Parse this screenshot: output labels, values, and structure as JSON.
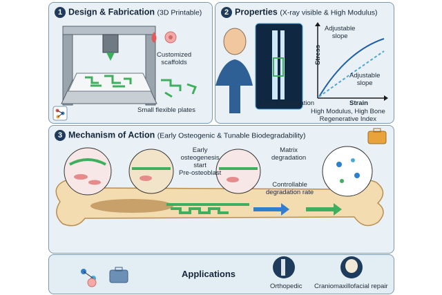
{
  "panel1": {
    "number": "1",
    "title": "Design & Fabrication",
    "subtitle": "(3D Printable)",
    "label_scaffolds_line1": "Customized",
    "label_scaffolds_line2": "scaffolds",
    "label_plates": "Small flexible plates"
  },
  "panel2": {
    "number": "2",
    "title": "Properties",
    "subtitle": "(X-ray visible & High Modulus)",
    "xray_label": "X-ray visualization",
    "chart": {
      "y_axis": "Stress",
      "x_axis": "Strain",
      "slope_top_line1": "Adjustable",
      "slope_top_line2": "slope",
      "slope_bottom_line1": "Adjustable",
      "slope_bottom_line2": "slope"
    },
    "caption_line1": "High Modulus, High Bone",
    "caption_line2": "Regenerative Index"
  },
  "panel3": {
    "number": "3",
    "title": "Mechanism of Action",
    "subtitle": "(Early Osteogenic & Tunable Biodegradability)",
    "osteo_line1": "Early",
    "osteo_line2": "osteogenesis",
    "osteo_line3": "start",
    "osteo_line4": "Pre-osteoblast",
    "matrix_line1": "Matrix",
    "matrix_line2": "degradation",
    "rate_line1": "Controllable",
    "rate_line2": "degradation rate"
  },
  "panel4": {
    "title": "Applications",
    "app1": "Orthopedic",
    "app2": "Craniomaxillofacial repair"
  },
  "colors": {
    "panel_bg": "#e9f1f6",
    "border": "#7c98ad",
    "number_badge": "#1f3b5c",
    "scaffold_green": "#3fae5e",
    "bone": "#f3dcb0",
    "arrow_blue": "#2f7fd1"
  }
}
